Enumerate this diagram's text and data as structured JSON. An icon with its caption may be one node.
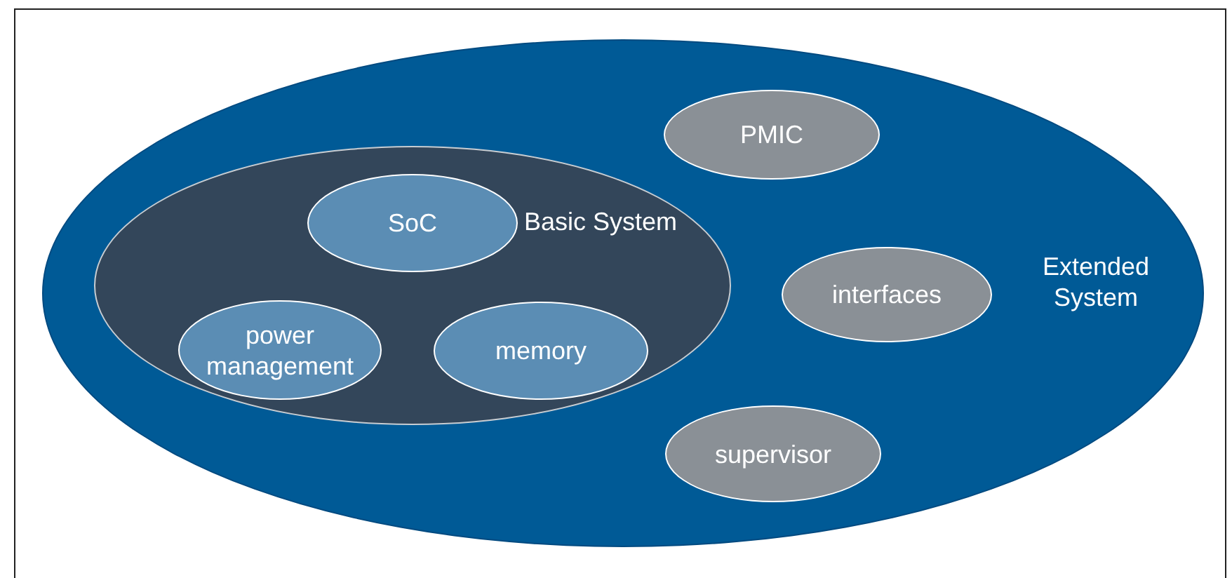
{
  "diagram": {
    "nodes": [
      {
        "text": [
          "Extended System"
        ]
      },
      {
        "text": [
          "PMIC"
        ],
        "in": 0
      },
      {
        "text": [
          "Basic System"
        ],
        "in": 0
      },
      {
        "text": [
          "SoC"
        ],
        "in": 2
      },
      {
        "text": [
          "power management"
        ],
        "in": 2
      },
      {
        "text": [
          "memory"
        ],
        "in": 2
      },
      {
        "text": [
          "interfaces"
        ],
        "in": 0
      },
      {
        "text": [
          "supervisor"
        ],
        "in": 0
      }
    ]
  }
}
